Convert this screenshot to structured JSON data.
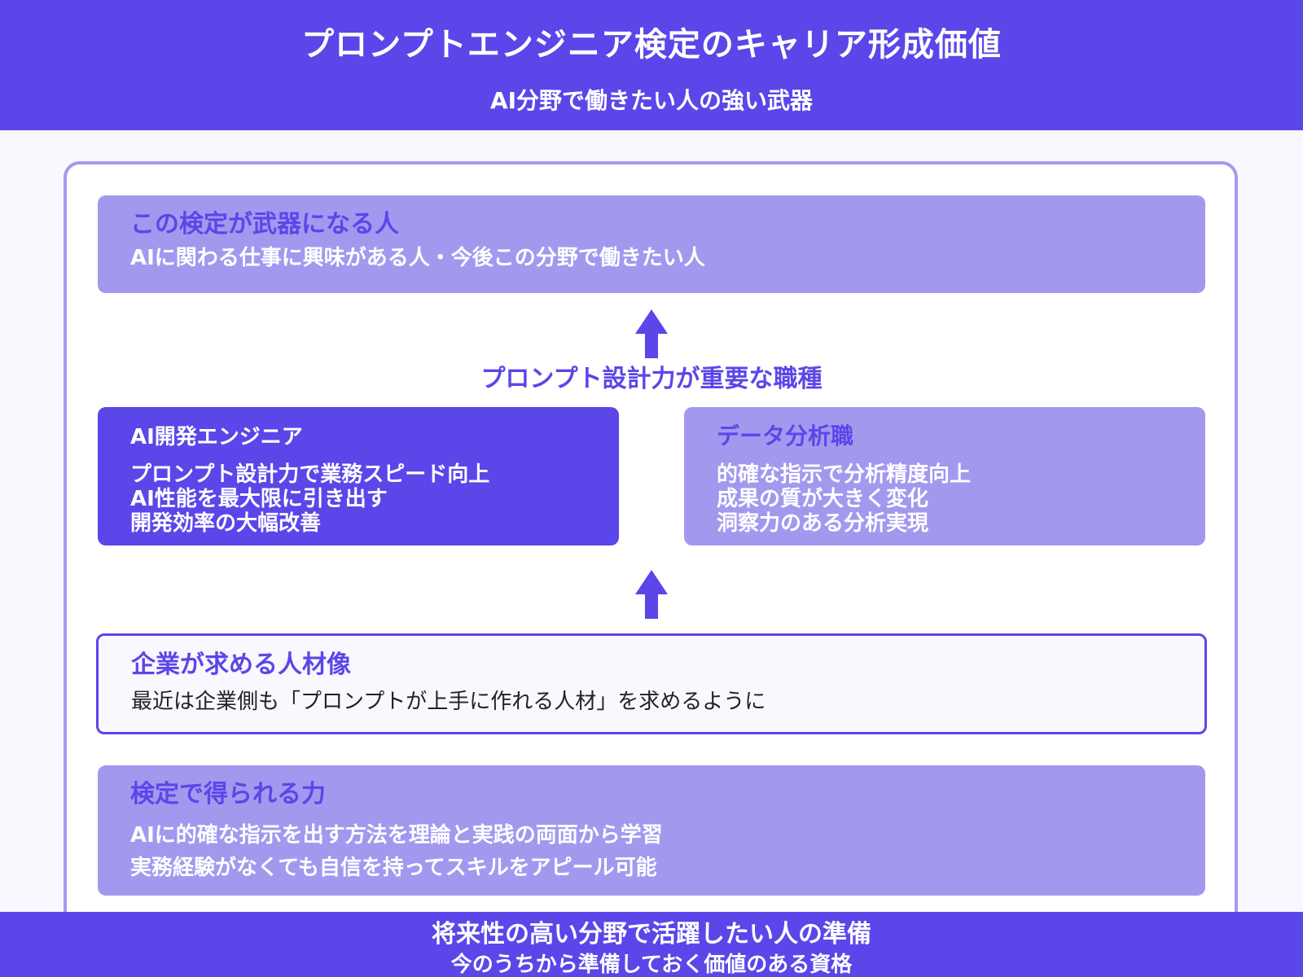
{
  "header": {
    "title": "プロンプトエンジニア検定のキャリア形成価値",
    "subtitle": "AI分野で働きたい人の強い武器"
  },
  "target_people": {
    "title": "この検定が武器になる人",
    "text": "AIに関わる仕事に興味がある人・今後この分野で働きたい人"
  },
  "middle_label": "プロンプト設計力が重要な職種",
  "jobs": [
    {
      "title": "AI開発エンジニア",
      "items": [
        "プロンプト設計力で業務スピード向上",
        "AI性能を最大限に引き出す",
        "開発効率の大幅改善"
      ]
    },
    {
      "title": "データ分析職",
      "items": [
        "的確な指示で分析精度向上",
        "成果の質が大きく変化",
        "洞察力のある分析実現"
      ]
    }
  ],
  "company_demand": {
    "title": "企業が求める人材像",
    "text": "最近は企業側も「プロンプトが上手に作れる人材」を求めるように"
  },
  "skills_gained": {
    "title": "検定で得られる力",
    "items": [
      "AIに的確な指示を出す方法を理論と実践の両面から学習",
      "実務経験がなくても自信を持ってスキルをアピール可能"
    ]
  },
  "footer": {
    "line1": "将来性の高い分野で活躍したい人の準備",
    "line2": "今のうちから準備しておく価値のある資格"
  },
  "colors": {
    "primary": "#5B46E9",
    "light_box": "#A299EF",
    "card_border": "#A49BEF",
    "background": "#F9F8FF"
  }
}
